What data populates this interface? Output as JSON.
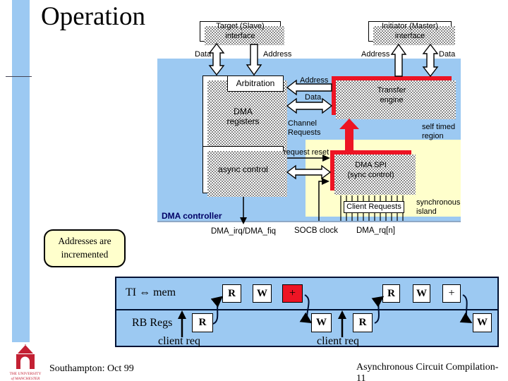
{
  "slide": {
    "title": "Operation",
    "footer_left": "Southampton: Oct 99",
    "footer_right": "Asynchronous Circuit Compilation- 11",
    "logo_caption_line1": "THE UNIVERSITY",
    "logo_caption_line2": "of MANCHESTER"
  },
  "diagram": {
    "boxes": {
      "target_interface": "Target (Slave) interface",
      "initiator_interface": "Initiator (Master) interface",
      "arbitration": "Arbitration",
      "dma_registers": "DMA registers",
      "async_control": "async control",
      "transfer_engine": "Transfer engine",
      "dma_spi_line1": "DMA SPI",
      "dma_spi_line2": "(sync control)",
      "client_requests": "Client Requests"
    },
    "labels": {
      "data_target": "Data",
      "address_target": "Address",
      "address_initiator": "Address",
      "data_initiator": "Data",
      "address_internal": "Address",
      "data_internal": "Data",
      "channel_requests": "Channel Requests",
      "self_timed_region": "self timed region",
      "request_reset": "request reset",
      "synchronous_island": "synchronous island",
      "dma_controller": "DMA controller",
      "dma_irq": "DMA_irq/DMA_fiq",
      "socb_clock": "SOCB clock",
      "dma_rq": "DMA_rq[n]"
    }
  },
  "callout": {
    "text": "Addresses are incremented"
  },
  "timing": {
    "ti_mem": "TI ⇔ mem",
    "rb_regs": "RB Regs",
    "client_req_left": "client req",
    "client_req_right": "client req",
    "top_cells": [
      "R",
      "W",
      "+",
      "R",
      "W",
      "+"
    ],
    "bottom_cells": [
      "R",
      "W",
      "R",
      "W"
    ]
  },
  "colors": {
    "blue": "#9CC9F2",
    "red": "#ED1424",
    "island_yellow": "#FFFFCC"
  }
}
